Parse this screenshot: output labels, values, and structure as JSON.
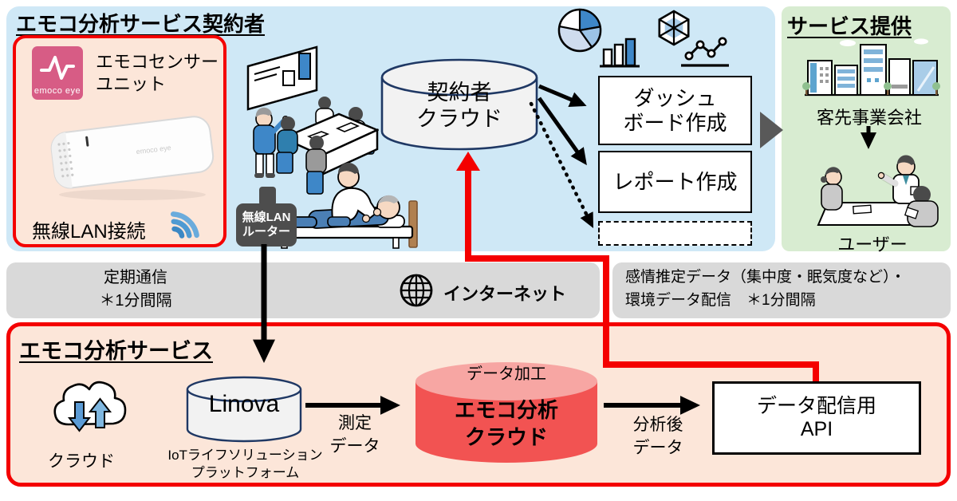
{
  "colors": {
    "accent_red": "#f40000",
    "region_blue": "#cfe8f6",
    "region_green": "#d8ecd1",
    "region_peach": "#fce6d9",
    "band_gray": "#d9d9d9",
    "logo_pink": "#d75c85",
    "icon_blue": "#3e87c8",
    "cylinder_red": "#f25352",
    "cylinder_red_top": "#f7a6a3",
    "router_gray": "#4d4d4d",
    "arrow_gray": "#595959"
  },
  "contractor": {
    "title": "エモコ分析サービス契約者",
    "sensor_box": {
      "logo_text": "emoco eye",
      "name_line1": "エモコセンサー",
      "name_line2": "ユニット",
      "device_brand": "emoco eye",
      "wifi_label": "無線LAN接続"
    },
    "router": {
      "line1": "無線LAN",
      "line2": "ルーター"
    },
    "cloud": {
      "line1": "契約者",
      "line2": "クラウド"
    },
    "dashboard_box": {
      "line1": "ダッシュ",
      "line2": "ボード作成"
    },
    "report_box": {
      "label": "レポート作成"
    },
    "dashed_box": {
      "label": ""
    }
  },
  "provision": {
    "title": "サービス提供",
    "company": "客先事業会社",
    "users": "ユーザー"
  },
  "band": {
    "left_line1": "定期通信",
    "left_line2": "＊1分間隔",
    "internet": "インターネット",
    "right_line1": "感情推定データ（集中度・眠気度など）・",
    "right_line2": "環境データ配信　＊1分間隔"
  },
  "service": {
    "title": "エモコ分析サービス",
    "cloud_label": "クラウド",
    "linova": {
      "name": "Linova",
      "sub_line1": "IoTライフソリューション",
      "sub_line2": "プラットフォーム"
    },
    "measure_label": {
      "line1": "測定",
      "line2": "データ"
    },
    "emoco_cloud": {
      "top": "データ加工",
      "line1": "エモコ分析",
      "line2": "クラウド"
    },
    "analyzed_label": {
      "line1": "分析後",
      "line2": "データ"
    },
    "api_box": {
      "line1": "データ配信用",
      "line2": "API"
    }
  }
}
